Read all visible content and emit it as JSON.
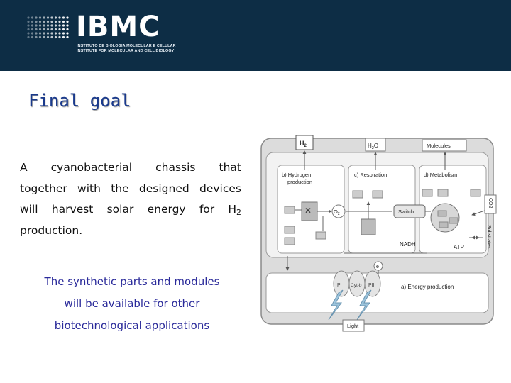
{
  "header": {
    "logo": "IBMC",
    "logo_subtitle_1": "INSTITUTO DE BIOLOGIA MOLECULAR E CELULAR",
    "logo_subtitle_2": "INSTITUTE FOR MOLECULAR AND CELL BIOLOGY",
    "background_color": "#0d2d45"
  },
  "title": "Final goal",
  "paragraph": {
    "line1_words": [
      "A",
      "cyanobacterial",
      "chassis",
      "that"
    ],
    "line2_words": [
      "together",
      "with",
      "the",
      "designed",
      "devices"
    ],
    "line3_words": [
      "will",
      "harvest",
      "solar",
      "energy",
      "for"
    ],
    "line3_formula": "H",
    "line3_subscript": "2",
    "line4": "production."
  },
  "note": {
    "line1": "The synthetic parts and modules",
    "line2": "will be available for other",
    "line3": "biotechnological applications",
    "color": "#2a2a9a"
  },
  "diagram": {
    "h2": "H",
    "h2_sub": "2",
    "h2o": "H",
    "h2o_sub": "2",
    "h2o_end": "O",
    "molecules": "Molecules",
    "hydrogen_1": "b) Hydrogen",
    "hydrogen_2": "production",
    "respiration": "c) Respiration",
    "metabolism": "d) Metabolism",
    "o2": "O",
    "o2_sub": "2",
    "switch": "Switch",
    "nadh": "NADH",
    "atp": "ATP",
    "electron": "e",
    "ps1": "PI",
    "cytb": "Cyt-b",
    "ps2": "PII",
    "energy": "a) Energy production",
    "light": "Light",
    "co2": "CO2",
    "substrates": "Substrates"
  }
}
